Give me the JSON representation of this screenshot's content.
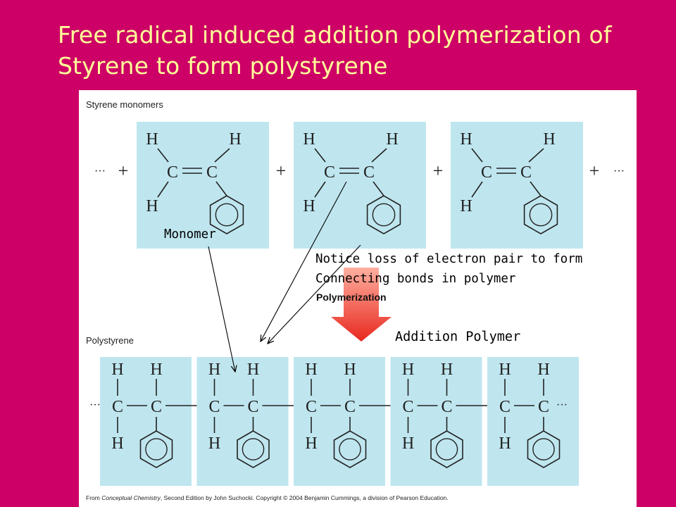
{
  "title": {
    "line1": "Free radical induced addition polymerization of",
    "line2": "Styrene to form polystyrene"
  },
  "figure": {
    "top_heading": "Styrene monomers",
    "bottom_heading": "Polystyrene",
    "arrow_label": "Polymerization",
    "footer_prefix": "From ",
    "footer_book": "Conceptual Chemistry",
    "footer_rest": ", Second Edition by John Suchocki. Copyright © 2004 Benjamin Cummings, a division of Pearson Education.",
    "atoms": {
      "H": "H",
      "C": "C"
    },
    "plus": "+",
    "dots": "···",
    "monomer_count": 3,
    "repeat_unit_count": 5
  },
  "annotations": {
    "monomer": "Monomer",
    "notice_line1": "Notice loss of electron pair to form",
    "notice_line2": "Connecting bonds in polymer",
    "addition_polymer": "Addition Polymer"
  },
  "colors": {
    "background": "#cc0066",
    "title": "#ffff99",
    "box": "#bfe6ef",
    "arrow_top": "#ffb0a0",
    "arrow_bottom": "#e8281e"
  }
}
